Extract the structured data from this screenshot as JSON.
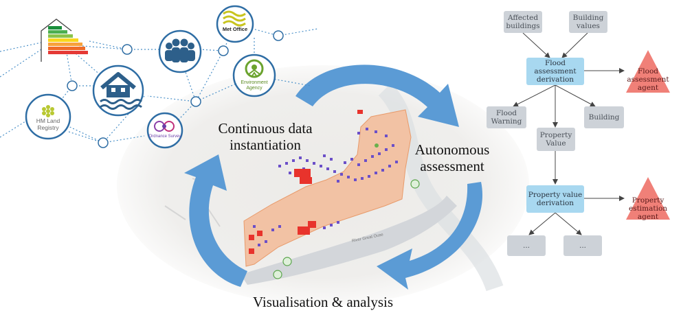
{
  "data_sources": {
    "met_office": "Met Office",
    "environment_agency_line1": "Environment",
    "environment_agency_line2": "Agency",
    "hm_land_registry_line1": "HM Land",
    "hm_land_registry_line2": "Registry",
    "ordnance_survey": "Ordnance Survey"
  },
  "cycle": {
    "instantiation_line1": "Continuous data",
    "instantiation_line2": "instantiation",
    "assessment_line1": "Autonomous",
    "assessment_line2": "assessment",
    "visualisation": "Visualisation & analysis"
  },
  "map_labels": {
    "river": "River Great Ouse"
  },
  "flowchart": {
    "affected_buildings_line1": "Affected",
    "affected_buildings_line2": "buildings",
    "building_values_line1": "Building",
    "building_values_line2": "values",
    "flood_derivation_line1": "Flood",
    "flood_derivation_line2": "assessment",
    "flood_derivation_line3": "derivation",
    "flood_agent_line1": "Flood",
    "flood_agent_line2": "assessment",
    "flood_agent_line3": "agent",
    "flood_warning_line1": "Flood",
    "flood_warning_line2": "Warning",
    "building": "Building",
    "property_value_line1": "Property",
    "property_value_line2": "Value",
    "value_derivation_line1": "Property value",
    "value_derivation_line2": "derivation",
    "estimation_agent_line1": "Property",
    "estimation_agent_line2": "estimation",
    "estimation_agent_line3": "agent",
    "ellipsis_left": "...",
    "ellipsis_right": "..."
  },
  "colors": {
    "cycle_arrow": "#5b9bd5",
    "node_border": "#2e6da4",
    "network_line": "#4a90c8",
    "map_region": "#f2c2a4",
    "flow_blue": "#a8d8f0",
    "flow_gray": "#cdd2d8",
    "agent_red": "#f08078"
  }
}
